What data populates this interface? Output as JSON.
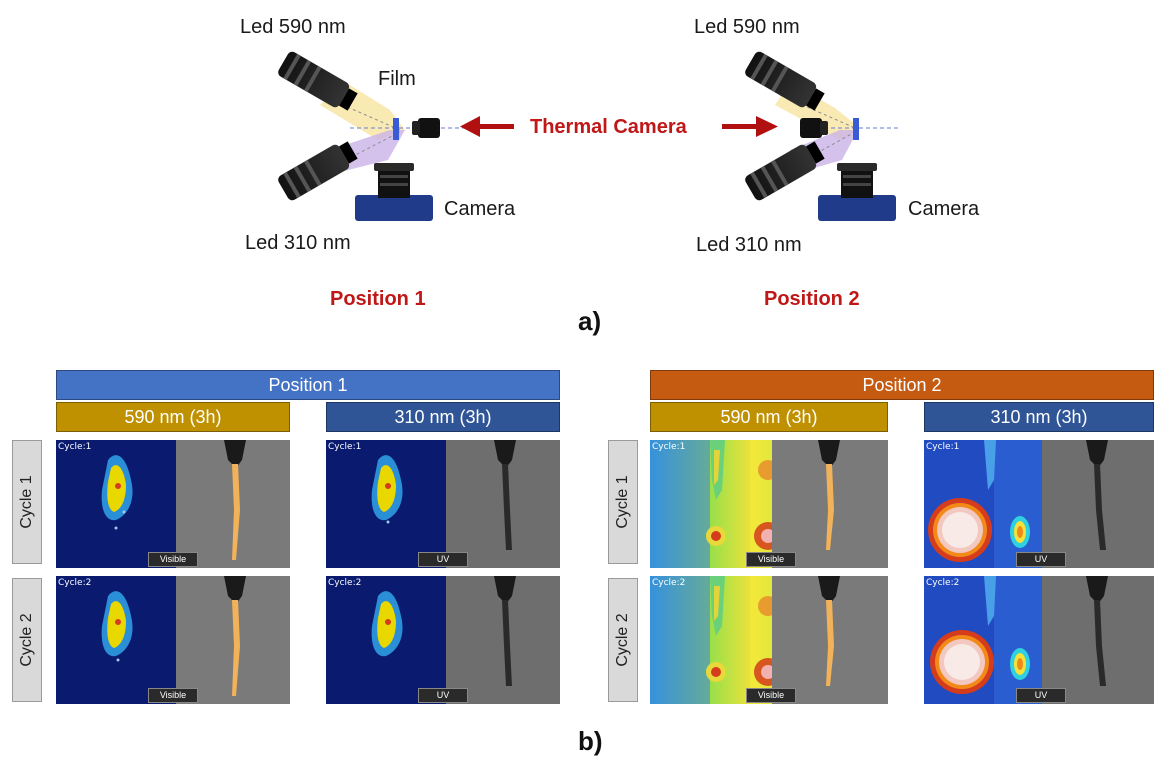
{
  "panel_a": {
    "label": "a)",
    "left": {
      "led_top": "Led 590 nm",
      "led_bottom": "Led 310 nm",
      "film": "Film",
      "camera": "Camera",
      "position": "Position 1"
    },
    "right": {
      "led_top": "Led 590 nm",
      "led_bottom": "Led 310 nm",
      "camera": "Camera",
      "position": "Position 2"
    },
    "thermal_camera": "Thermal Camera"
  },
  "panel_b": {
    "label": "b)",
    "groups": [
      {
        "title": "Position 1",
        "color": "#4472c4",
        "columns": [
          {
            "title": "590 nm (3h)",
            "color": "#bf9000"
          },
          {
            "title": "310 nm (3h)",
            "color": "#2f5597"
          }
        ]
      },
      {
        "title": "Position 2",
        "color": "#c55a11",
        "columns": [
          {
            "title": "590 nm (3h)",
            "color": "#bf9000"
          },
          {
            "title": "310 nm (3h)",
            "color": "#2f5597"
          }
        ]
      }
    ],
    "rows": [
      "Cycle 1",
      "Cycle 2"
    ],
    "cycle_tags": [
      "Cycle:1",
      "Cycle:2"
    ],
    "modes": {
      "visible": "Visible",
      "uv": "UV"
    }
  }
}
